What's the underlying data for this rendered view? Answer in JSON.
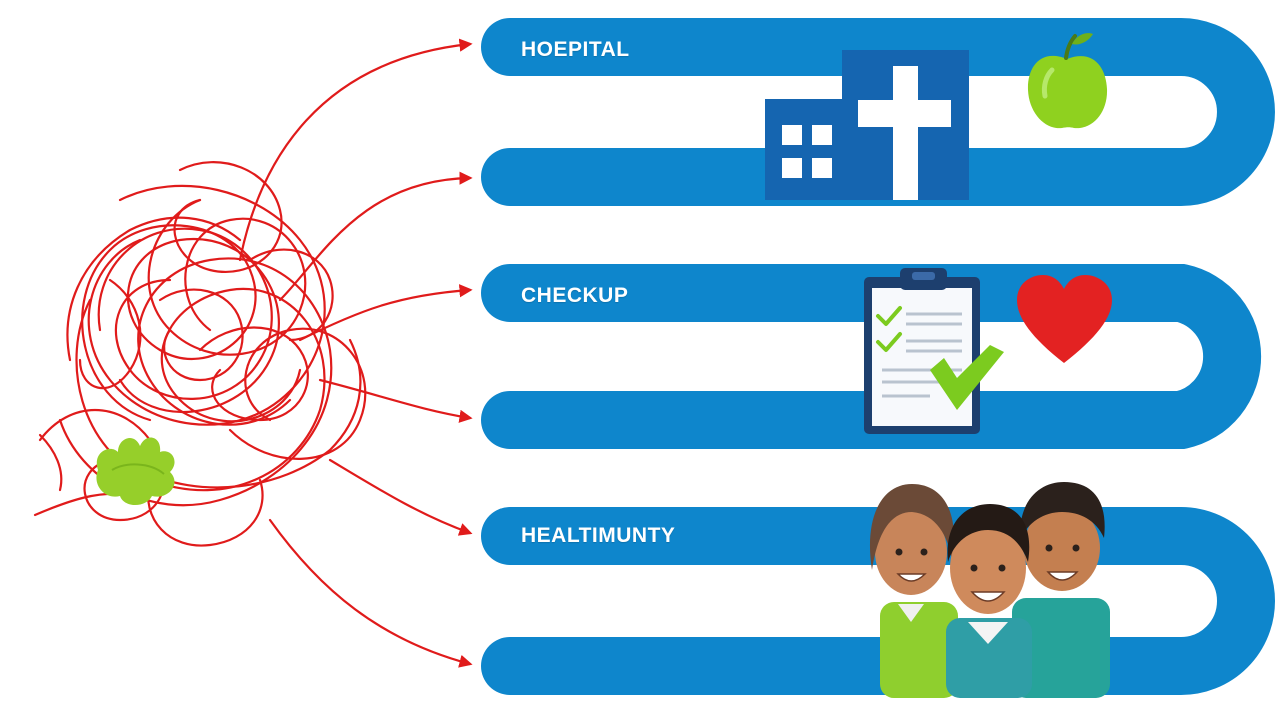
{
  "pathways": [
    {
      "label": "HOEPITAL",
      "icons": [
        "hospital-building-icon",
        "apple-icon"
      ]
    },
    {
      "label": "CHECKUP",
      "icons": [
        "clipboard-checklist-icon",
        "heart-icon"
      ]
    },
    {
      "label": "HEALTIMUNTY",
      "icons": [
        "community-people-icon"
      ]
    }
  ],
  "colors": {
    "band": "#0e86cc",
    "thread": "#e01b1b",
    "hospital": "#1565b0",
    "apple": "#8fd11f",
    "heart": "#e32222",
    "check": "#7ccb1f",
    "background": "#ffffff"
  }
}
